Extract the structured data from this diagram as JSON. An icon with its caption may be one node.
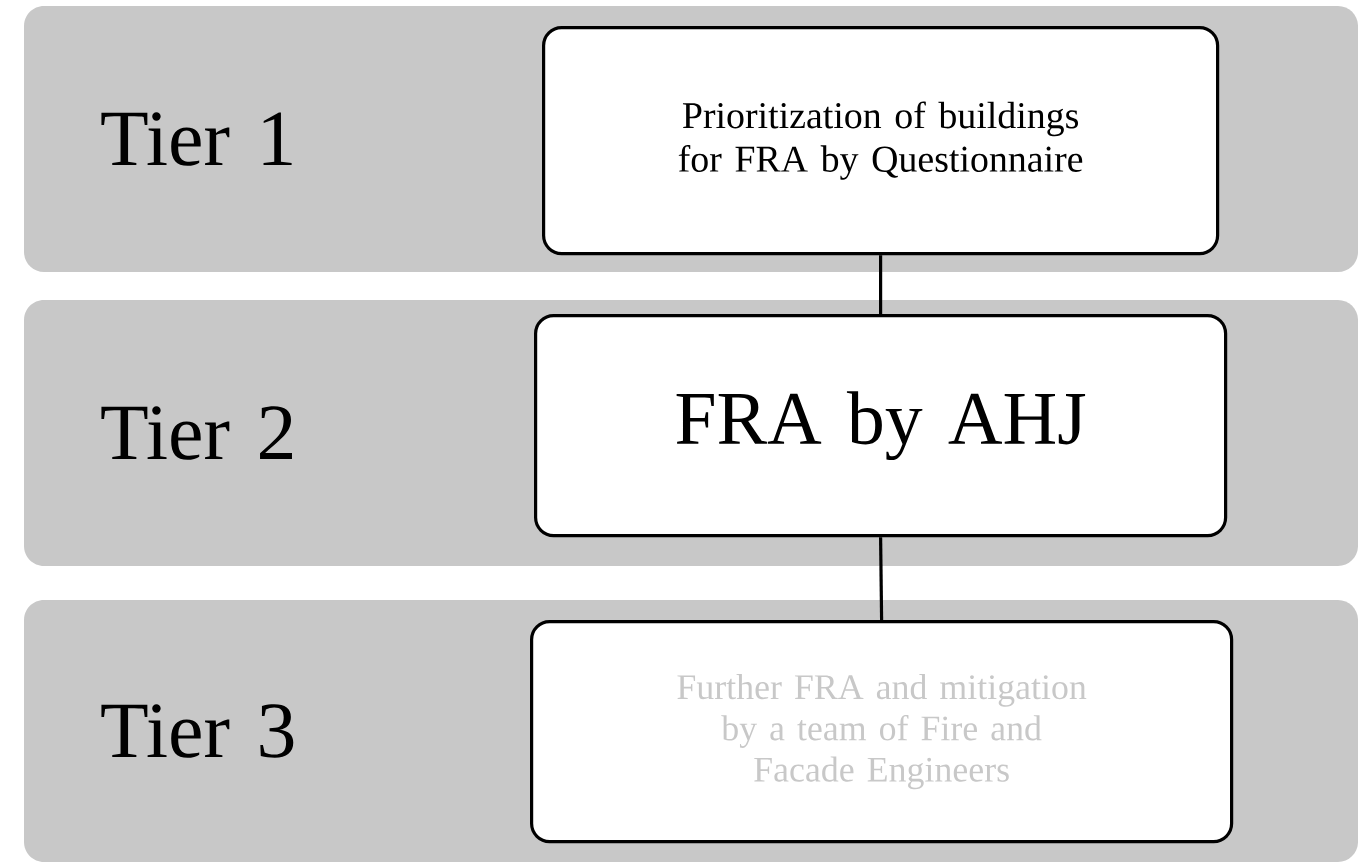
{
  "diagram": {
    "nodes": [
      {
        "text": [
          "Tier 1"
        ]
      },
      {
        "text": [
          "Prioritization of buildings for FRA by Questionnaire"
        ],
        "in": 0
      },
      {
        "text": [
          "Tier 2"
        ]
      },
      {
        "text": [
          "FRA by AHJ"
        ],
        "in": 2
      },
      {
        "text": [
          "Tier 3"
        ]
      },
      {
        "text": [
          "Further FRA and mitigation by a team of Fire and Facade Engineers"
        ],
        "in": 4
      }
    ],
    "edges": [
      {
        "from": 1,
        "to": 3,
        "arrow": "none"
      },
      {
        "from": 3,
        "to": 5,
        "arrow": "none"
      }
    ]
  }
}
